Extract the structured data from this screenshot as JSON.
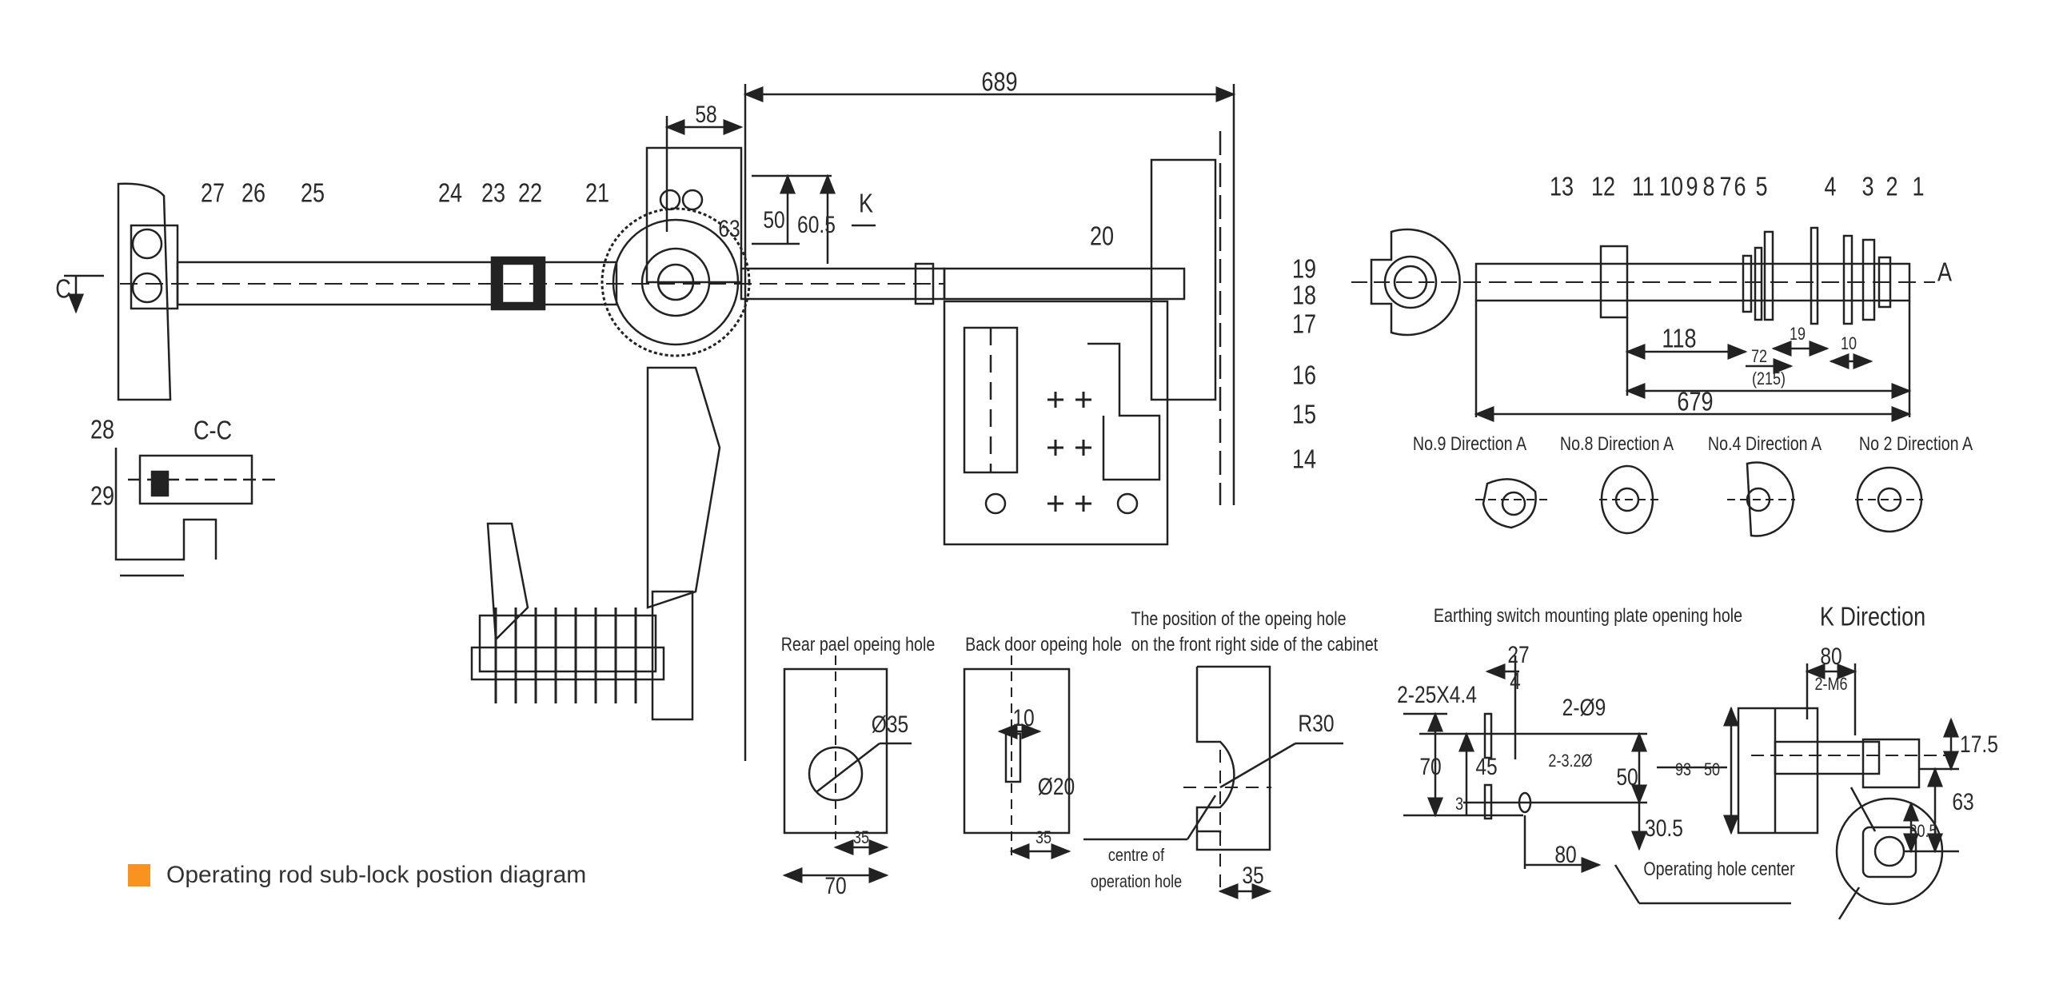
{
  "legend": {
    "text": "Operating rod sub-lock postion diagram",
    "color": "#f7931e"
  },
  "top_dims": {
    "d689": "689",
    "d58": "58",
    "d63": "63",
    "d50": "50",
    "d60_5": "60.5",
    "k": "K",
    "c": "C"
  },
  "part_numbers_left": [
    "27",
    "26",
    "25",
    "24",
    "23",
    "22",
    "21",
    "20"
  ],
  "part_numbers_cabinet": [
    "19",
    "18",
    "17",
    "16",
    "15",
    "14"
  ],
  "part_numbers_right": [
    "13",
    "12",
    "11",
    "10",
    "9",
    "8",
    "7",
    "6",
    "5",
    "4",
    "3",
    "2",
    "1"
  ],
  "shaft_view": {
    "a": "A",
    "d118": "118",
    "d72": "72",
    "d215": "(215)",
    "d19": "19",
    "d10": "10",
    "d679": "679"
  },
  "directions": [
    "No.9 Direction A",
    "No.8 Direction A",
    "No.4 Direction A",
    "No 2 Direction A"
  ],
  "section_cc": {
    "title": "C-C",
    "p28": "28",
    "p29": "29"
  },
  "rear_panel": {
    "title": "Rear pael opeing hole",
    "dia": "Ø35",
    "d35": "35",
    "d70": "70"
  },
  "back_door": {
    "title": "Back door opeing hole",
    "d10": "10",
    "dia": "Ø20",
    "d35": "35"
  },
  "front_right": {
    "title_1": "The position of the opeing hole",
    "title_2": "on the front right side of the cabinet",
    "r": "R30",
    "centre_1": "centre of",
    "centre_2": "operation hole",
    "d35": "35"
  },
  "earthing": {
    "title": "Earthing switch mounting plate opening hole",
    "slot": "2-25X4.4",
    "d27": "27",
    "d4": "4",
    "hole9": "2-Ø9",
    "hole32": "2-3.2Ø",
    "d70": "70",
    "d45": "45",
    "d50": "50",
    "d93": "93",
    "d50b": "50",
    "d3": "3",
    "d30_5": "30.5",
    "d80": "80",
    "center": "Operating hole center"
  },
  "k_direction": {
    "title": "K Direction",
    "d80": "80",
    "m6": "2-M6",
    "d17_5": "17.5",
    "d63": "63",
    "d30_5": "30.5"
  }
}
